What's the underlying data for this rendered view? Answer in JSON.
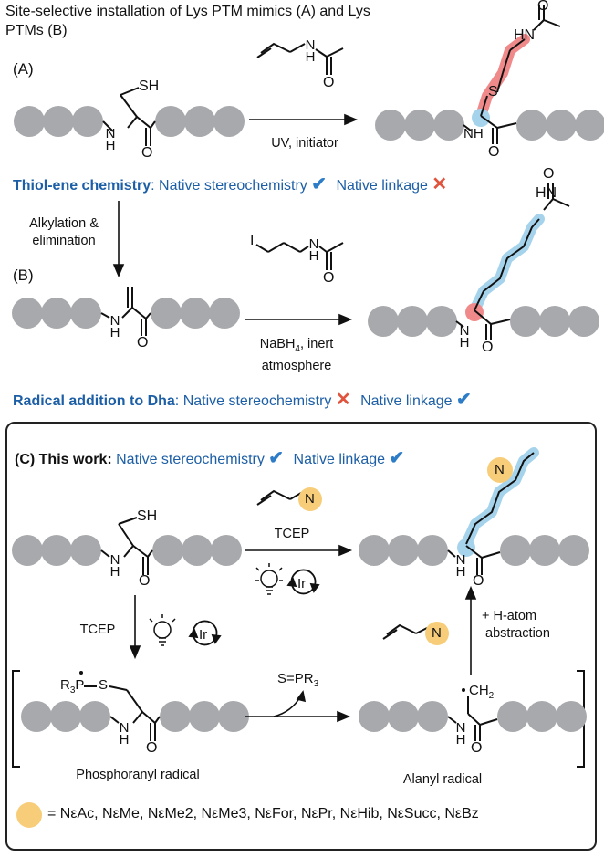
{
  "title": "Site-selective installation of Lys PTM mimics (A) and Lys PTMs (B)",
  "panel_a": {
    "label": "(A)",
    "cys_group": "SH",
    "nh": "NH",
    "o": "O",
    "product_s": "S",
    "product_hn": "HN",
    "product_o": "O",
    "reagent_nh": "N\nH",
    "reagent_o": "O",
    "conditions": "UV, initiator",
    "summary_head": "Thiol-ene chemistry",
    "summary_stereo": ": Native stereochemistry",
    "summary_linkage": "Native linkage"
  },
  "transition": {
    "line1": "Alkylation &",
    "line2": "elimination"
  },
  "panel_b": {
    "label": "(B)",
    "iodide": "I",
    "reagent_nh": "N\nH",
    "reagent_o": "O",
    "conditions_1": "NaBH",
    "conditions_1_sub": "4",
    "conditions_1_tail": ", inert",
    "conditions_2": "atmosphere",
    "nh": "N\nH",
    "o": "O",
    "product_hn": "HN",
    "product_o": "O",
    "summary_head": "Radical addition to Dha",
    "summary_stereo": ": Native stereochemistry",
    "summary_linkage": "Native linkage"
  },
  "panel_c": {
    "label": "(C) This work:",
    "summary_stereo": "Native stereochemistry",
    "summary_linkage": "Native linkage",
    "cys_group": "SH",
    "n_label": "N",
    "tcep_top": "TCEP",
    "ir": "Ir",
    "tcep_left": "TCEP",
    "r3p": "R",
    "r3p_sub": "3",
    "r3p_tail": "P",
    "s_atom": "S",
    "spr3_main": "S=PR",
    "spr3_sub": "3",
    "ch2_main": "CH",
    "ch2_sub": "2",
    "h_atom_1": "+ H-atom",
    "h_atom_2": "abstraction",
    "phosphoranyl": "Phosphoranyl radical",
    "alanyl": "Alanyl radical",
    "nh": "N\nH",
    "o": "O"
  },
  "legend": "= NεAc, NεMe, NεMe2, NεMe3, NεFor, NεPr, NεHib, NεSucc, NεBz",
  "colors": {
    "bead": "#a7a9ac",
    "highlight_red": "#f08a8a",
    "highlight_blue": "#a6d3ec",
    "n_bead": "#f8cd79",
    "check": "#2d7cc7",
    "cross": "#e0533c",
    "heading_blue": "#1d5fa6"
  },
  "marks": {
    "check": "✔",
    "cross": "✕"
  }
}
